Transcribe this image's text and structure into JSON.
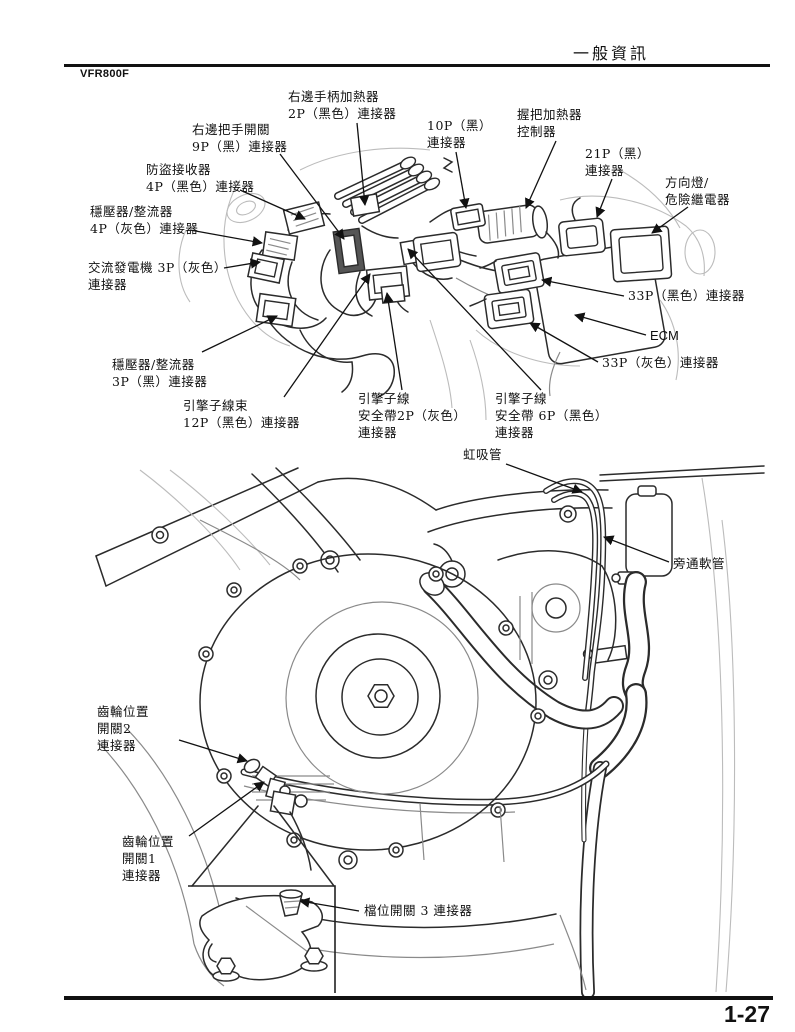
{
  "header": {
    "section_title": "一般資訊",
    "model": "VFR800F"
  },
  "footer": {
    "page_number": "1-27"
  },
  "figure": {
    "callouts": [
      {
        "id": "right-grip-heater-2p",
        "lines": [
          "右邊手柄加熱器",
          "2P（黑色）連接器"
        ]
      },
      {
        "id": "right-handlebar-switch-9p",
        "lines": [
          "右邊把手開關",
          "9P（黑）連接器"
        ]
      },
      {
        "id": "immobilizer-receiver-4p",
        "lines": [
          "防盜接收器",
          "4P（黑色）連接器"
        ]
      },
      {
        "id": "regulator-rectifier-4p-gray",
        "lines": [
          "穩壓器/整流器",
          "4P（灰色）連接器"
        ]
      },
      {
        "id": "connector-10p",
        "lines": [
          "10P（黑）",
          "連接器"
        ]
      },
      {
        "id": "grip-heater-controller",
        "lines": [
          "握把加熱器",
          "控制器"
        ]
      },
      {
        "id": "connector-21p",
        "lines": [
          "21P（黑）",
          "連接器"
        ]
      },
      {
        "id": "turn-signal-hazard-relay",
        "lines": [
          "方向燈/",
          "危險繼電器"
        ]
      },
      {
        "id": "connector-33p-black",
        "lines": [
          "33P（黑色）連接器"
        ]
      },
      {
        "id": "ecm",
        "lines": [
          "ECM"
        ]
      },
      {
        "id": "connector-33p-gray",
        "lines": [
          "33P（灰色）連接器"
        ]
      },
      {
        "id": "alternator-3p-gray",
        "lines": [
          "交流發電機 3P（灰色）",
          "連接器"
        ]
      },
      {
        "id": "regulator-rectifier-3p-black",
        "lines": [
          "穩壓器/整流器",
          "3P（黑）連接器"
        ]
      },
      {
        "id": "engine-sub-harness-12p",
        "lines": [
          "引擎子線束",
          "12P（黑色）連接器"
        ]
      },
      {
        "id": "engine-sub-line-band-2p",
        "lines": [
          "引擎子線",
          "安全帶2P（灰色）",
          "連接器"
        ]
      },
      {
        "id": "engine-sub-line-band-6p",
        "lines": [
          "引擎子線",
          "安全帶 6P（黑色）",
          "連接器"
        ]
      },
      {
        "id": "siphon-tube",
        "lines": [
          "虹吸管"
        ]
      },
      {
        "id": "bypass-hose",
        "lines": [
          "旁通軟管"
        ]
      },
      {
        "id": "gear-position-switch-2",
        "lines": [
          "齒輪位置",
          "開關2",
          "連接器"
        ]
      },
      {
        "id": "gear-position-switch-1",
        "lines": [
          "齒輪位置",
          "開關1",
          "連接器"
        ]
      },
      {
        "id": "gear-switch-3",
        "lines": [
          "檔位開關 3 連接器"
        ]
      }
    ]
  }
}
